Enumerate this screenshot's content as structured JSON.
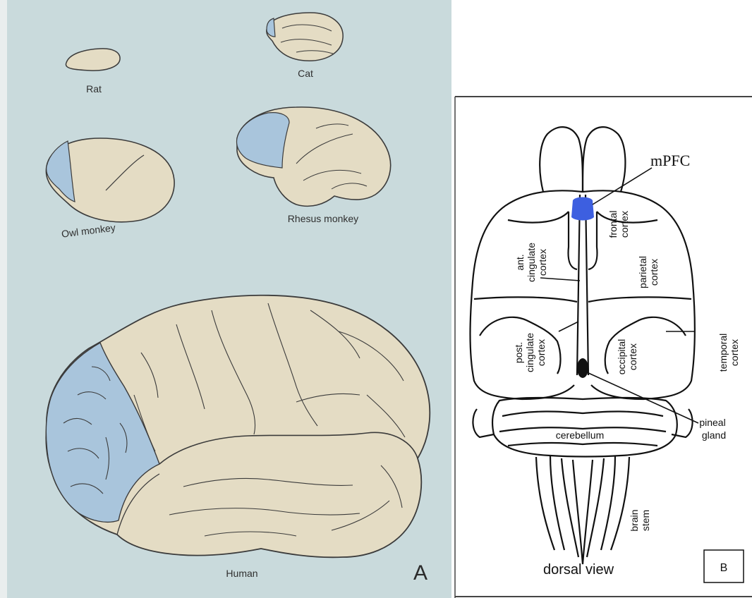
{
  "panel_a": {
    "letter": "A",
    "species": {
      "rat": "Rat",
      "cat": "Cat",
      "owl_monkey": "Owl monkey",
      "rhesus_monkey": "Rhesus monkey",
      "human": "Human"
    },
    "colors": {
      "page": "#c9dadc",
      "brain_fill": "#e4dcc4",
      "prefrontal_fill": "#a9c5dc",
      "outline": "#3b3b3b"
    }
  },
  "panel_b": {
    "letter": "B",
    "title_label": "mPFC",
    "view_label": "dorsal view",
    "regions": {
      "frontal_1": "frontal",
      "frontal_2": "cortex",
      "ant_cing_1": "ant.",
      "ant_cing_2": "cingulate",
      "ant_cing_3": "cortex",
      "parietal_1": "parietal",
      "parietal_2": "cortex",
      "post_cing_1": "post.",
      "post_cing_2": "cingulate",
      "post_cing_3": "cortex",
      "occipital_1": "occipital",
      "occipital_2": "cortex",
      "temporal_1": "temporal",
      "temporal_2": "cortex",
      "cerebellum": "cerebellum",
      "pineal_1": "pineal",
      "pineal_2": "gland",
      "brainstem_1": "brain",
      "brainstem_2": "stem"
    },
    "colors": {
      "mpfc": "#3d5fe0",
      "line": "#111111"
    }
  }
}
